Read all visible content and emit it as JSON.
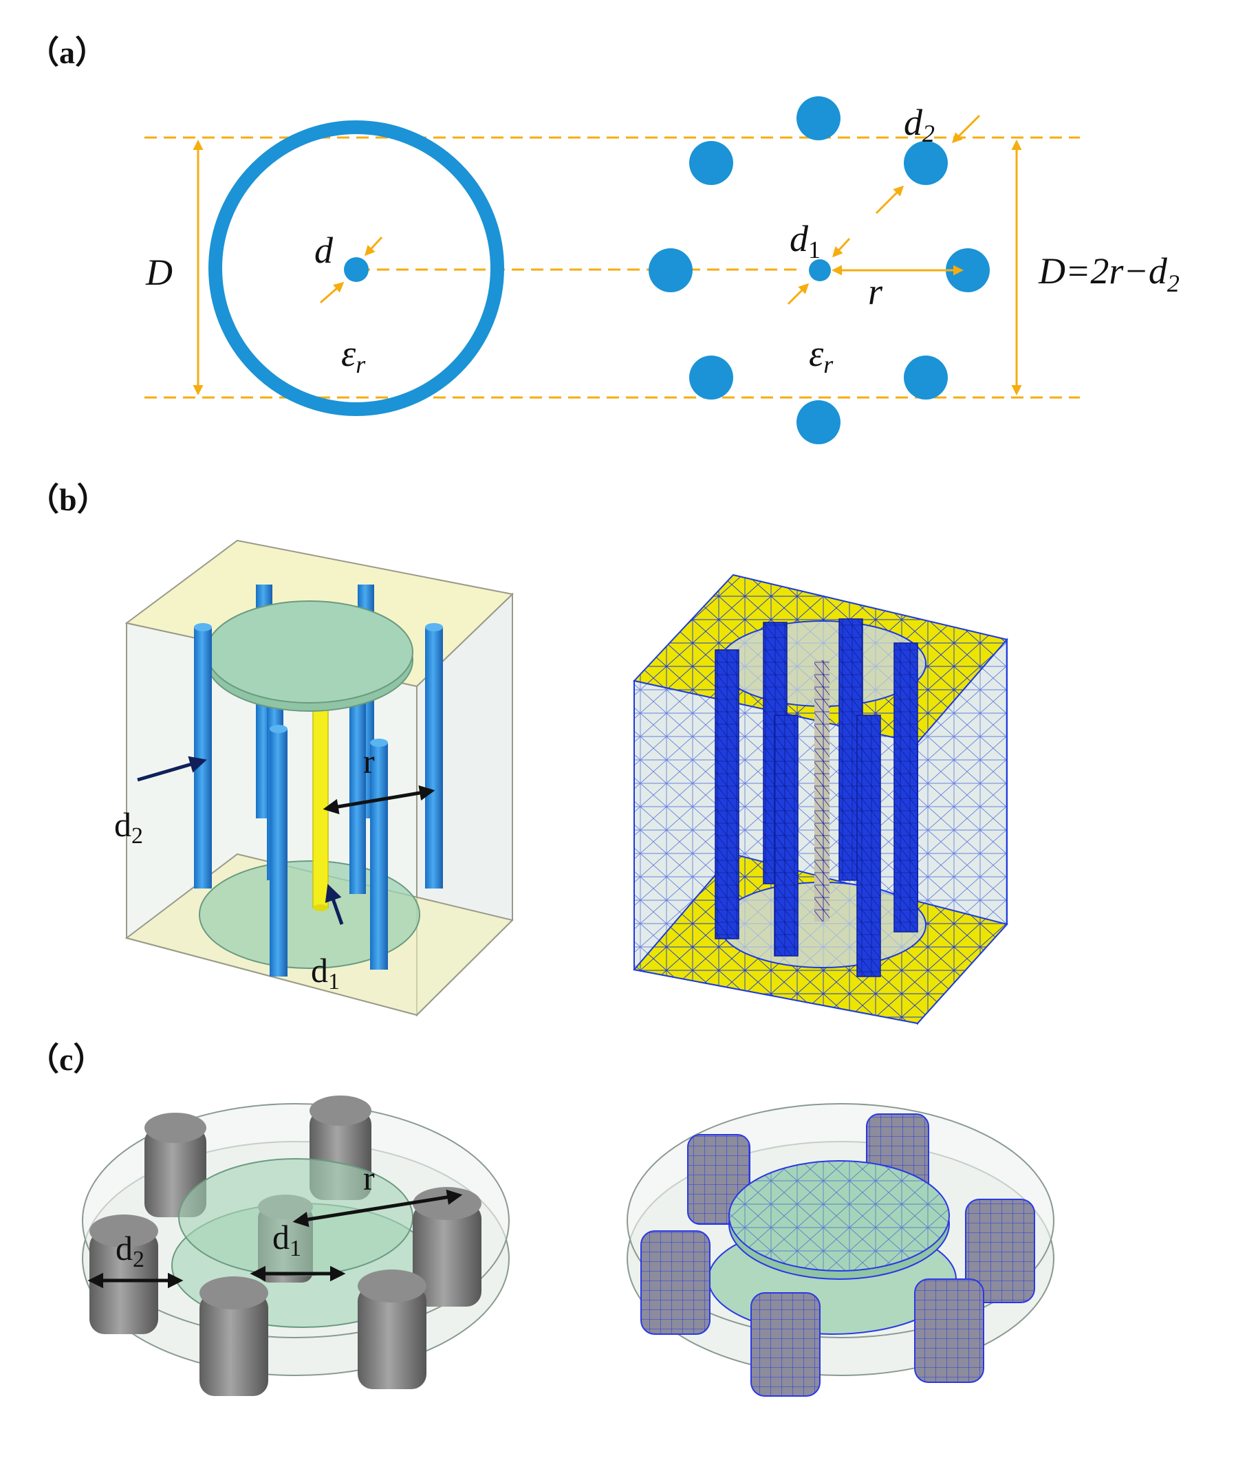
{
  "panels": {
    "a": {
      "label": "（a）",
      "coax": {
        "D": "D",
        "d": "d",
        "eps": "ε",
        "eps_sub": "r"
      },
      "pins": {
        "d2": "d",
        "d2_sub": "2",
        "d1": "d",
        "d1_sub": "1",
        "r": "r",
        "eps": "ε",
        "eps_sub": "r"
      },
      "relation": "D=2r−d",
      "relation_sub": "2"
    },
    "b": {
      "label": "（b）",
      "model": {
        "d2": "d",
        "d2_sub": "2",
        "r": "r",
        "d1": "d",
        "d1_sub": "1"
      }
    },
    "c": {
      "label": "（c）",
      "model": {
        "d2": "d",
        "d2_sub": "2",
        "d1": "d",
        "d1_sub": "1",
        "r": "r"
      }
    }
  },
  "colors": {
    "conductor_blue": "#1b93d6",
    "dimension_orange": "#f6ad0f",
    "pin_blue_3d": "#2d8fe0",
    "mesh_blue": "#1a3ae0",
    "mesh_yellow": "#ede400",
    "inner_yellow": "#f3ee1c",
    "box_tint": "#f1f0b6",
    "disk_green": "#9fd1b3",
    "cylinder_gray": "#7e7e7e",
    "arrow_navy": "#10205a"
  },
  "icons": [
    "arrow-icon",
    "double-arrow-icon"
  ]
}
